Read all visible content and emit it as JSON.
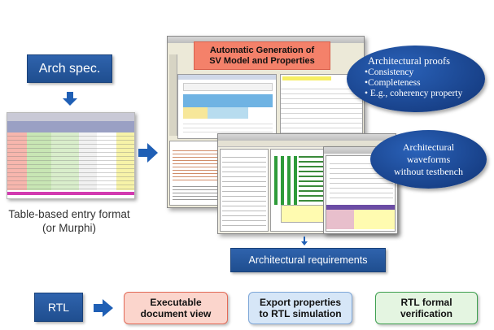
{
  "arch_spec": {
    "label": "Arch spec."
  },
  "spreadsheet": {
    "caption_line1": "Table-based entry format",
    "caption_line2": "(or Murphi)"
  },
  "tool_window": {
    "title_line1": "Automatic Generation of",
    "title_line2": "SV Model and Properties"
  },
  "proofs_bubble": {
    "heading": "Architectural proofs",
    "bullets": [
      "•Consistency",
      "•Completeness",
      "• E.g., coherency property"
    ]
  },
  "waveforms_bubble": {
    "line1": "Architectural",
    "line2": "waveforms",
    "line3": "without testbench"
  },
  "requirements": {
    "label": "Architectural requirements"
  },
  "rtl": {
    "label": "RTL"
  },
  "outputs": [
    {
      "line1": "Executable",
      "line2": "document view",
      "fill": "#fbd5cc",
      "border": "#e26a57"
    },
    {
      "line1": "Export properties",
      "line2": "to RTL  simulation",
      "fill": "#d6e6f7",
      "border": "#7ea7d8"
    },
    {
      "line1": "RTL formal",
      "line2": "verification",
      "fill": "#e4f5e1",
      "border": "#3fa050"
    }
  ],
  "colors": {
    "accent_blue": "#1f4e8f",
    "arrow_blue": "#1f5fb5"
  }
}
